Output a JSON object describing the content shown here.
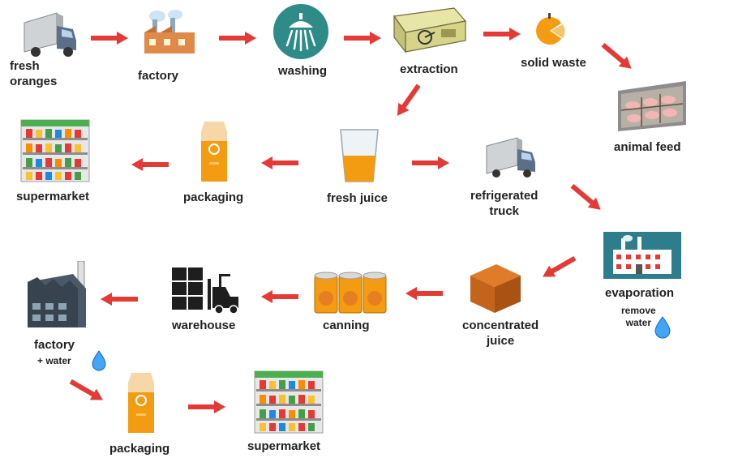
{
  "colors": {
    "arrow": "#e53935",
    "orange": "#f39c12",
    "water": "#42a5f5"
  },
  "labels": {
    "fresh_oranges": [
      "fresh",
      "oranges"
    ],
    "factory_1": "factory",
    "washing": "washing",
    "extraction": "extraction",
    "solid_waste": "solid waste",
    "animal_feed": "animal feed",
    "fresh_juice": "fresh juice",
    "packaging_1": "packaging",
    "supermarket_1": "supermarket",
    "refrigerated_truck": [
      "refrigerated",
      "truck"
    ],
    "evaporation": "evaporation",
    "remove_water": [
      "remove",
      "water"
    ],
    "concentrated_juice": [
      "concentrated",
      "juice"
    ],
    "canning": "canning",
    "warehouse": "warehouse",
    "factory_2": "factory",
    "plus_water": "+ water",
    "packaging_2": "packaging",
    "supermarket_2": "supermarket"
  },
  "icons": [
    "truck-icon",
    "factory-icon",
    "shower-icon",
    "extractor-icon",
    "orange-icon",
    "pig-farm-icon",
    "juice-glass-icon",
    "juice-carton-icon",
    "shelves-icon",
    "evaporation-plant-icon",
    "cardboard-box-icon",
    "cans-icon",
    "forklift-icon",
    "water-drop-icon"
  ]
}
